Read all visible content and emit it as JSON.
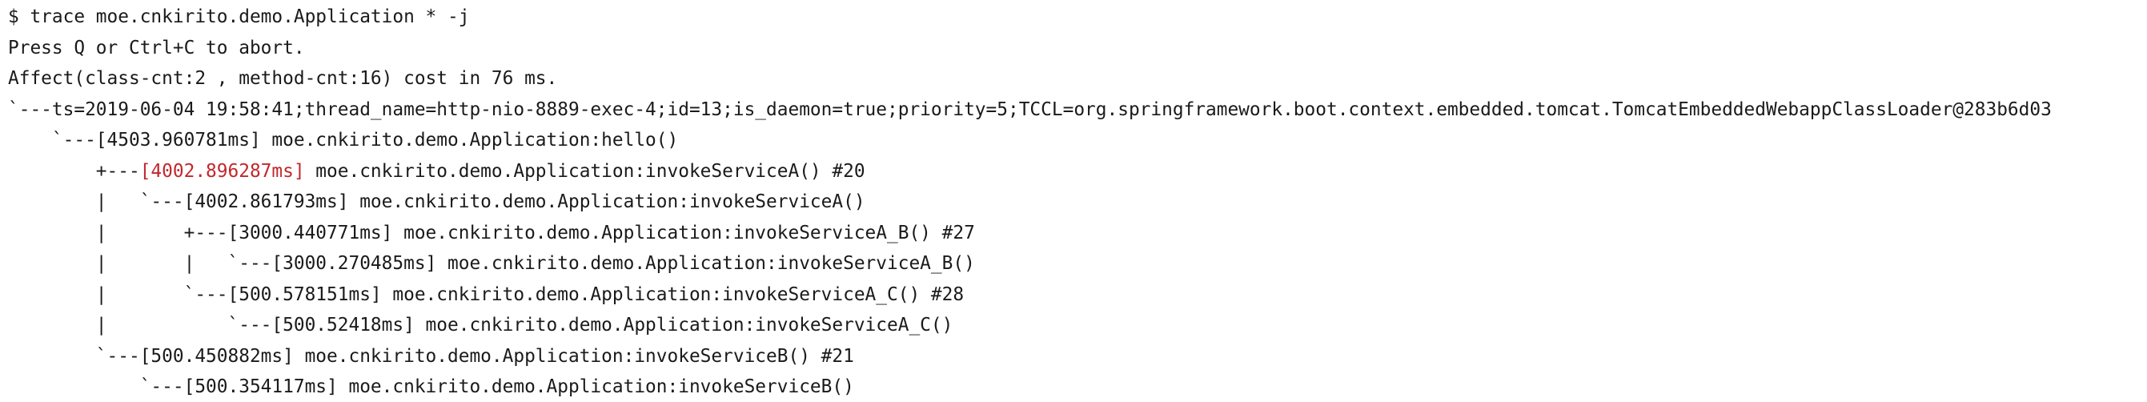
{
  "terminal": {
    "colors": {
      "default": "#1a1a1a",
      "red": "#c2272d",
      "background": "#ffffff"
    },
    "lines": [
      {
        "segments": [
          {
            "name": "shell-prompt-command",
            "color": "default",
            "text": "$ trace moe.cnkirito.demo.Application * -j"
          }
        ]
      },
      {
        "segments": [
          {
            "name": "abort-hint",
            "color": "default",
            "text": "Press Q or Ctrl+C to abort."
          }
        ]
      },
      {
        "segments": [
          {
            "name": "affect-summary",
            "color": "default",
            "text": "Affect(class-cnt:2 , method-cnt:16) cost in 76 ms."
          }
        ]
      },
      {
        "segments": [
          {
            "name": "thread-info",
            "color": "default",
            "text": "`---ts=2019-06-04 19:58:41;thread_name=http-nio-8889-exec-4;id=13;is_daemon=true;priority=5;TCCL=org.springframework.boot.context.embedded.tomcat.TomcatEmbeddedWebappClassLoader@283b6d03"
          }
        ]
      },
      {
        "segments": [
          {
            "name": "trace-node",
            "color": "default",
            "text": "    `---[4503.960781ms] moe.cnkirito.demo.Application:hello()"
          }
        ]
      },
      {
        "segments": [
          {
            "name": "trace-node-prefix",
            "color": "default",
            "text": "        +---"
          },
          {
            "name": "duration-highlight",
            "color": "red",
            "text": "[4002.896287ms]"
          },
          {
            "name": "trace-node-method",
            "color": "default",
            "text": " moe.cnkirito.demo.Application:invokeServiceA() #20"
          }
        ]
      },
      {
        "segments": [
          {
            "name": "trace-node",
            "color": "default",
            "text": "        |   `---[4002.861793ms] moe.cnkirito.demo.Application:invokeServiceA()"
          }
        ]
      },
      {
        "segments": [
          {
            "name": "trace-node",
            "color": "default",
            "text": "        |       +---[3000.440771ms] moe.cnkirito.demo.Application:invokeServiceA_B() #27"
          }
        ]
      },
      {
        "segments": [
          {
            "name": "trace-node",
            "color": "default",
            "text": "        |       |   `---[3000.270485ms] moe.cnkirito.demo.Application:invokeServiceA_B()"
          }
        ]
      },
      {
        "segments": [
          {
            "name": "trace-node",
            "color": "default",
            "text": "        |       `---[500.578151ms] moe.cnkirito.demo.Application:invokeServiceA_C() #28"
          }
        ]
      },
      {
        "segments": [
          {
            "name": "trace-node",
            "color": "default",
            "text": "        |           `---[500.52418ms] moe.cnkirito.demo.Application:invokeServiceA_C()"
          }
        ]
      },
      {
        "segments": [
          {
            "name": "trace-node",
            "color": "default",
            "text": "        `---[500.450882ms] moe.cnkirito.demo.Application:invokeServiceB() #21"
          }
        ]
      },
      {
        "segments": [
          {
            "name": "trace-node",
            "color": "default",
            "text": "            `---[500.354117ms] moe.cnkirito.demo.Application:invokeServiceB()"
          }
        ]
      }
    ]
  }
}
